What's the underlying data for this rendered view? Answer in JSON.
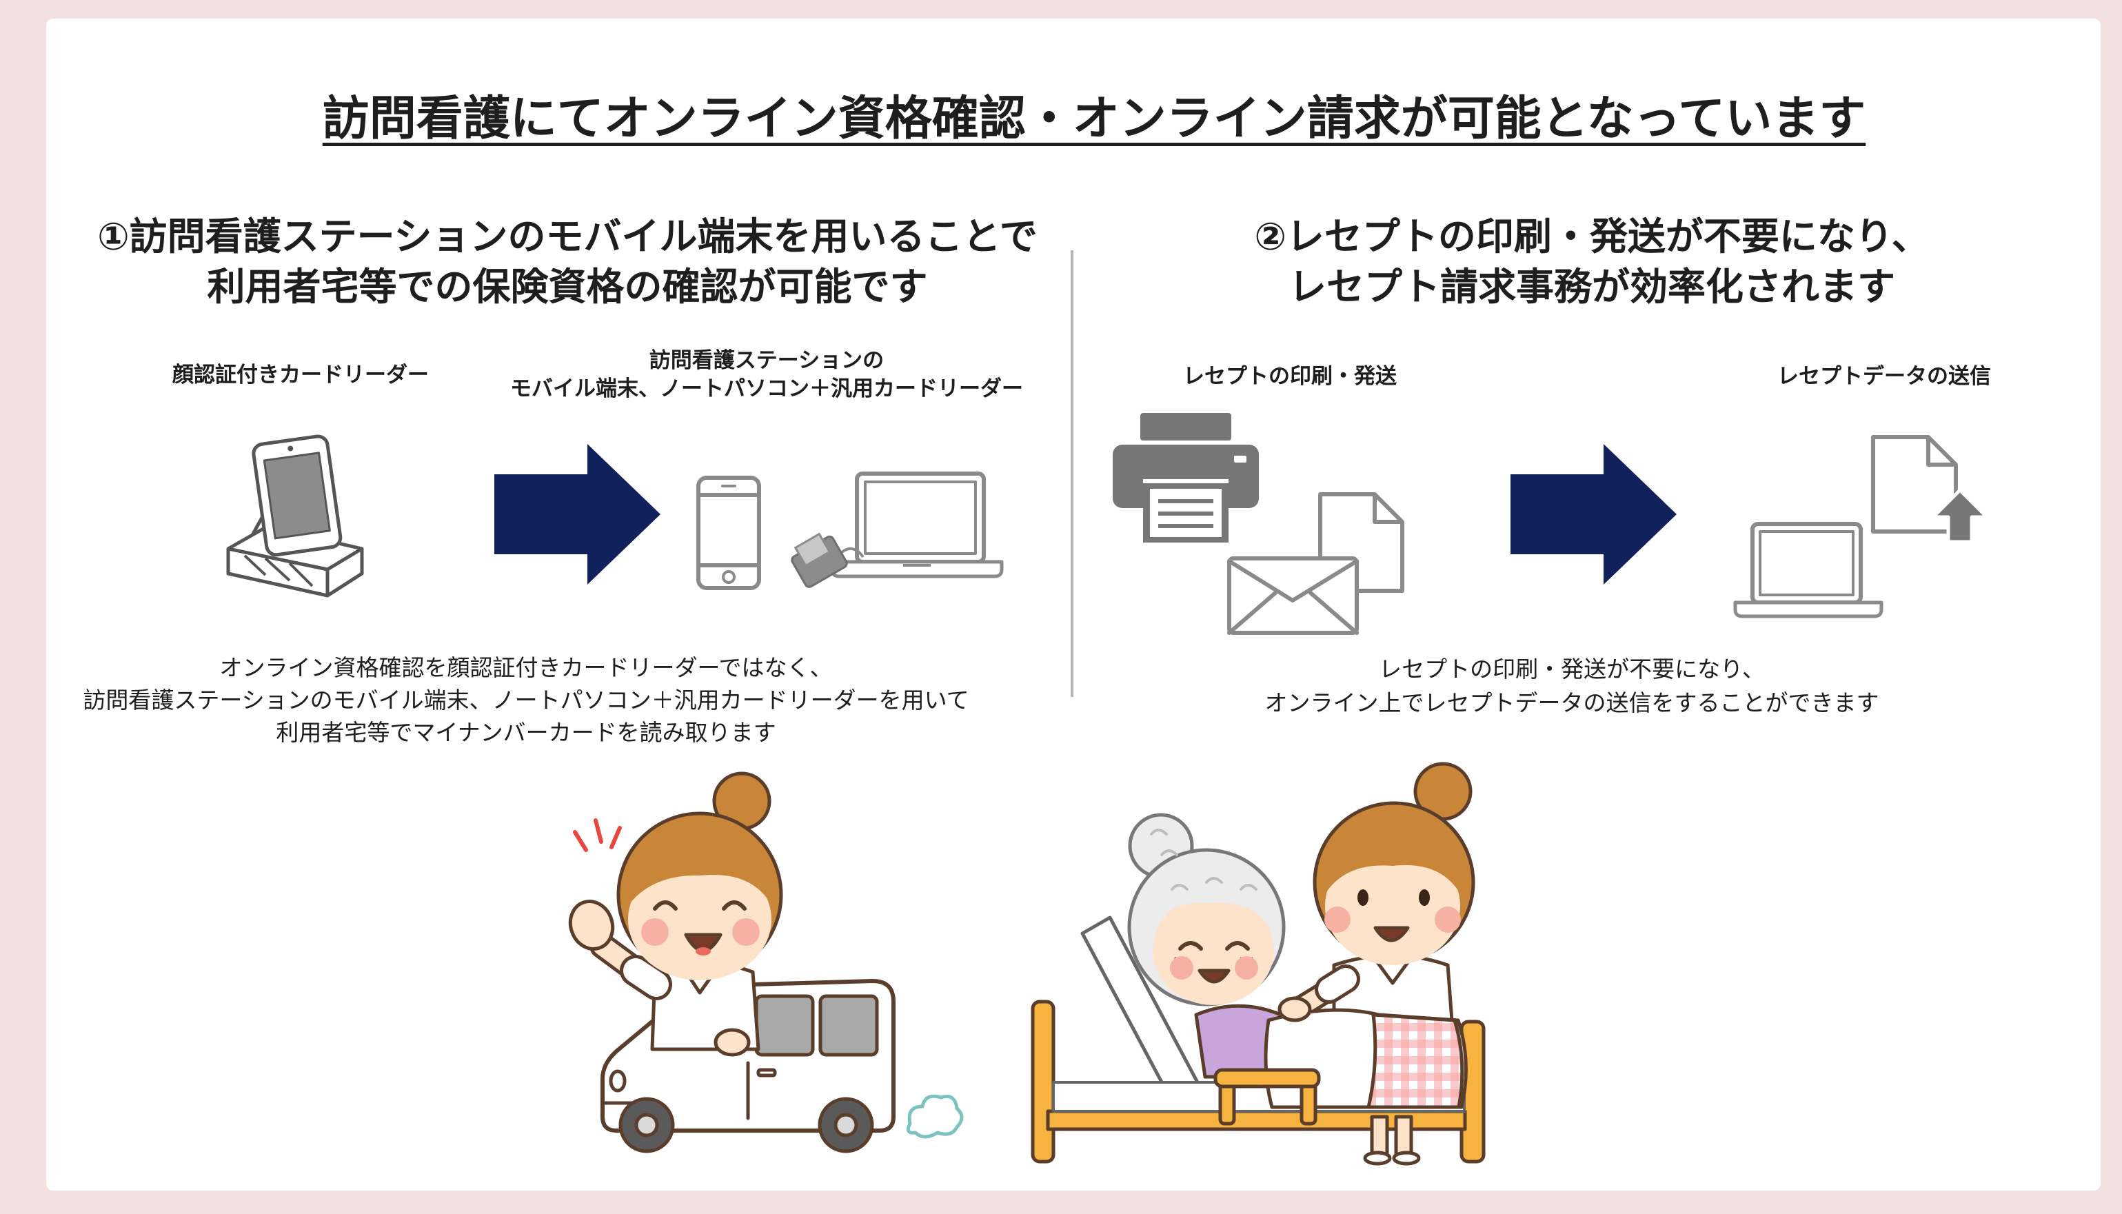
{
  "title": "訪問看護にてオンライン資格確認・オンライン請求が可能となっています",
  "left": {
    "heading_lines": [
      "①訪問看護ステーションのモバイル端末を用いることで",
      "利用者宅等での保険資格の確認が可能です"
    ],
    "from_label": "顔認証付きカードリーダー",
    "to_label_lines": [
      "訪問看護ステーションの",
      "モバイル端末、ノートパソコン＋汎用カードリーダー"
    ],
    "description_lines": [
      "オンライン資格確認を顔認証付きカードリーダーではなく、",
      "訪問看護ステーションのモバイル端末、ノートパソコン＋汎用カードリーダーを用いて",
      "利用者宅等でマイナンバーカードを読み取ります"
    ]
  },
  "right": {
    "heading_lines": [
      "②レセプトの印刷・発送が不要になり、",
      "レセプト請求事務が効率化されます"
    ],
    "from_label": "レセプトの印刷・発送",
    "to_label": "レセプトデータの送信",
    "description_lines": [
      "レセプトの印刷・発送が不要になり、",
      "オンライン上でレセプトデータの送信をすることができます"
    ]
  },
  "icons": {
    "left_from": "face-auth-card-reader-icon",
    "left_arrow": "right-arrow-icon",
    "left_to": [
      "smartphone-icon",
      "laptop-with-card-reader-icon"
    ],
    "right_from": [
      "printer-icon",
      "document-icon",
      "envelope-icon"
    ],
    "right_arrow": "right-arrow-icon",
    "right_to": [
      "laptop-icon",
      "document-upload-icon"
    ],
    "illustrations": [
      "nurse-in-car-illustration",
      "nurse-with-patient-bed-illustration"
    ]
  },
  "colors": {
    "background": "#f3e1e2",
    "arrow": "#11215c",
    "icon_gray": "#8a8a8a",
    "icon_fill": "#777777"
  }
}
